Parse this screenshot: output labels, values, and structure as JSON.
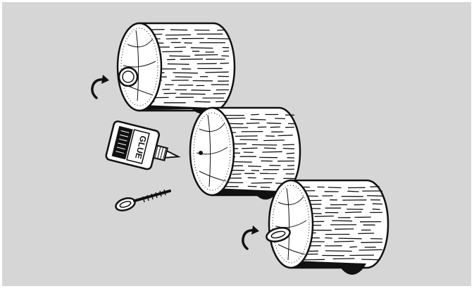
{
  "figure": {
    "background_color": "#d6d6d6",
    "ink_color": "#111111",
    "paper_color": "#ffffff",
    "glue_bottle": {
      "label": "GLUE"
    },
    "steps": [
      {
        "id": "drill-pilot-hole"
      },
      {
        "id": "apply-glue"
      },
      {
        "id": "twist-in-eye-screw"
      }
    ],
    "icons": [
      "rotate-arrow-icon",
      "rotate-arrow-icon",
      "eye-screw-icon",
      "glue-bottle-icon"
    ]
  }
}
